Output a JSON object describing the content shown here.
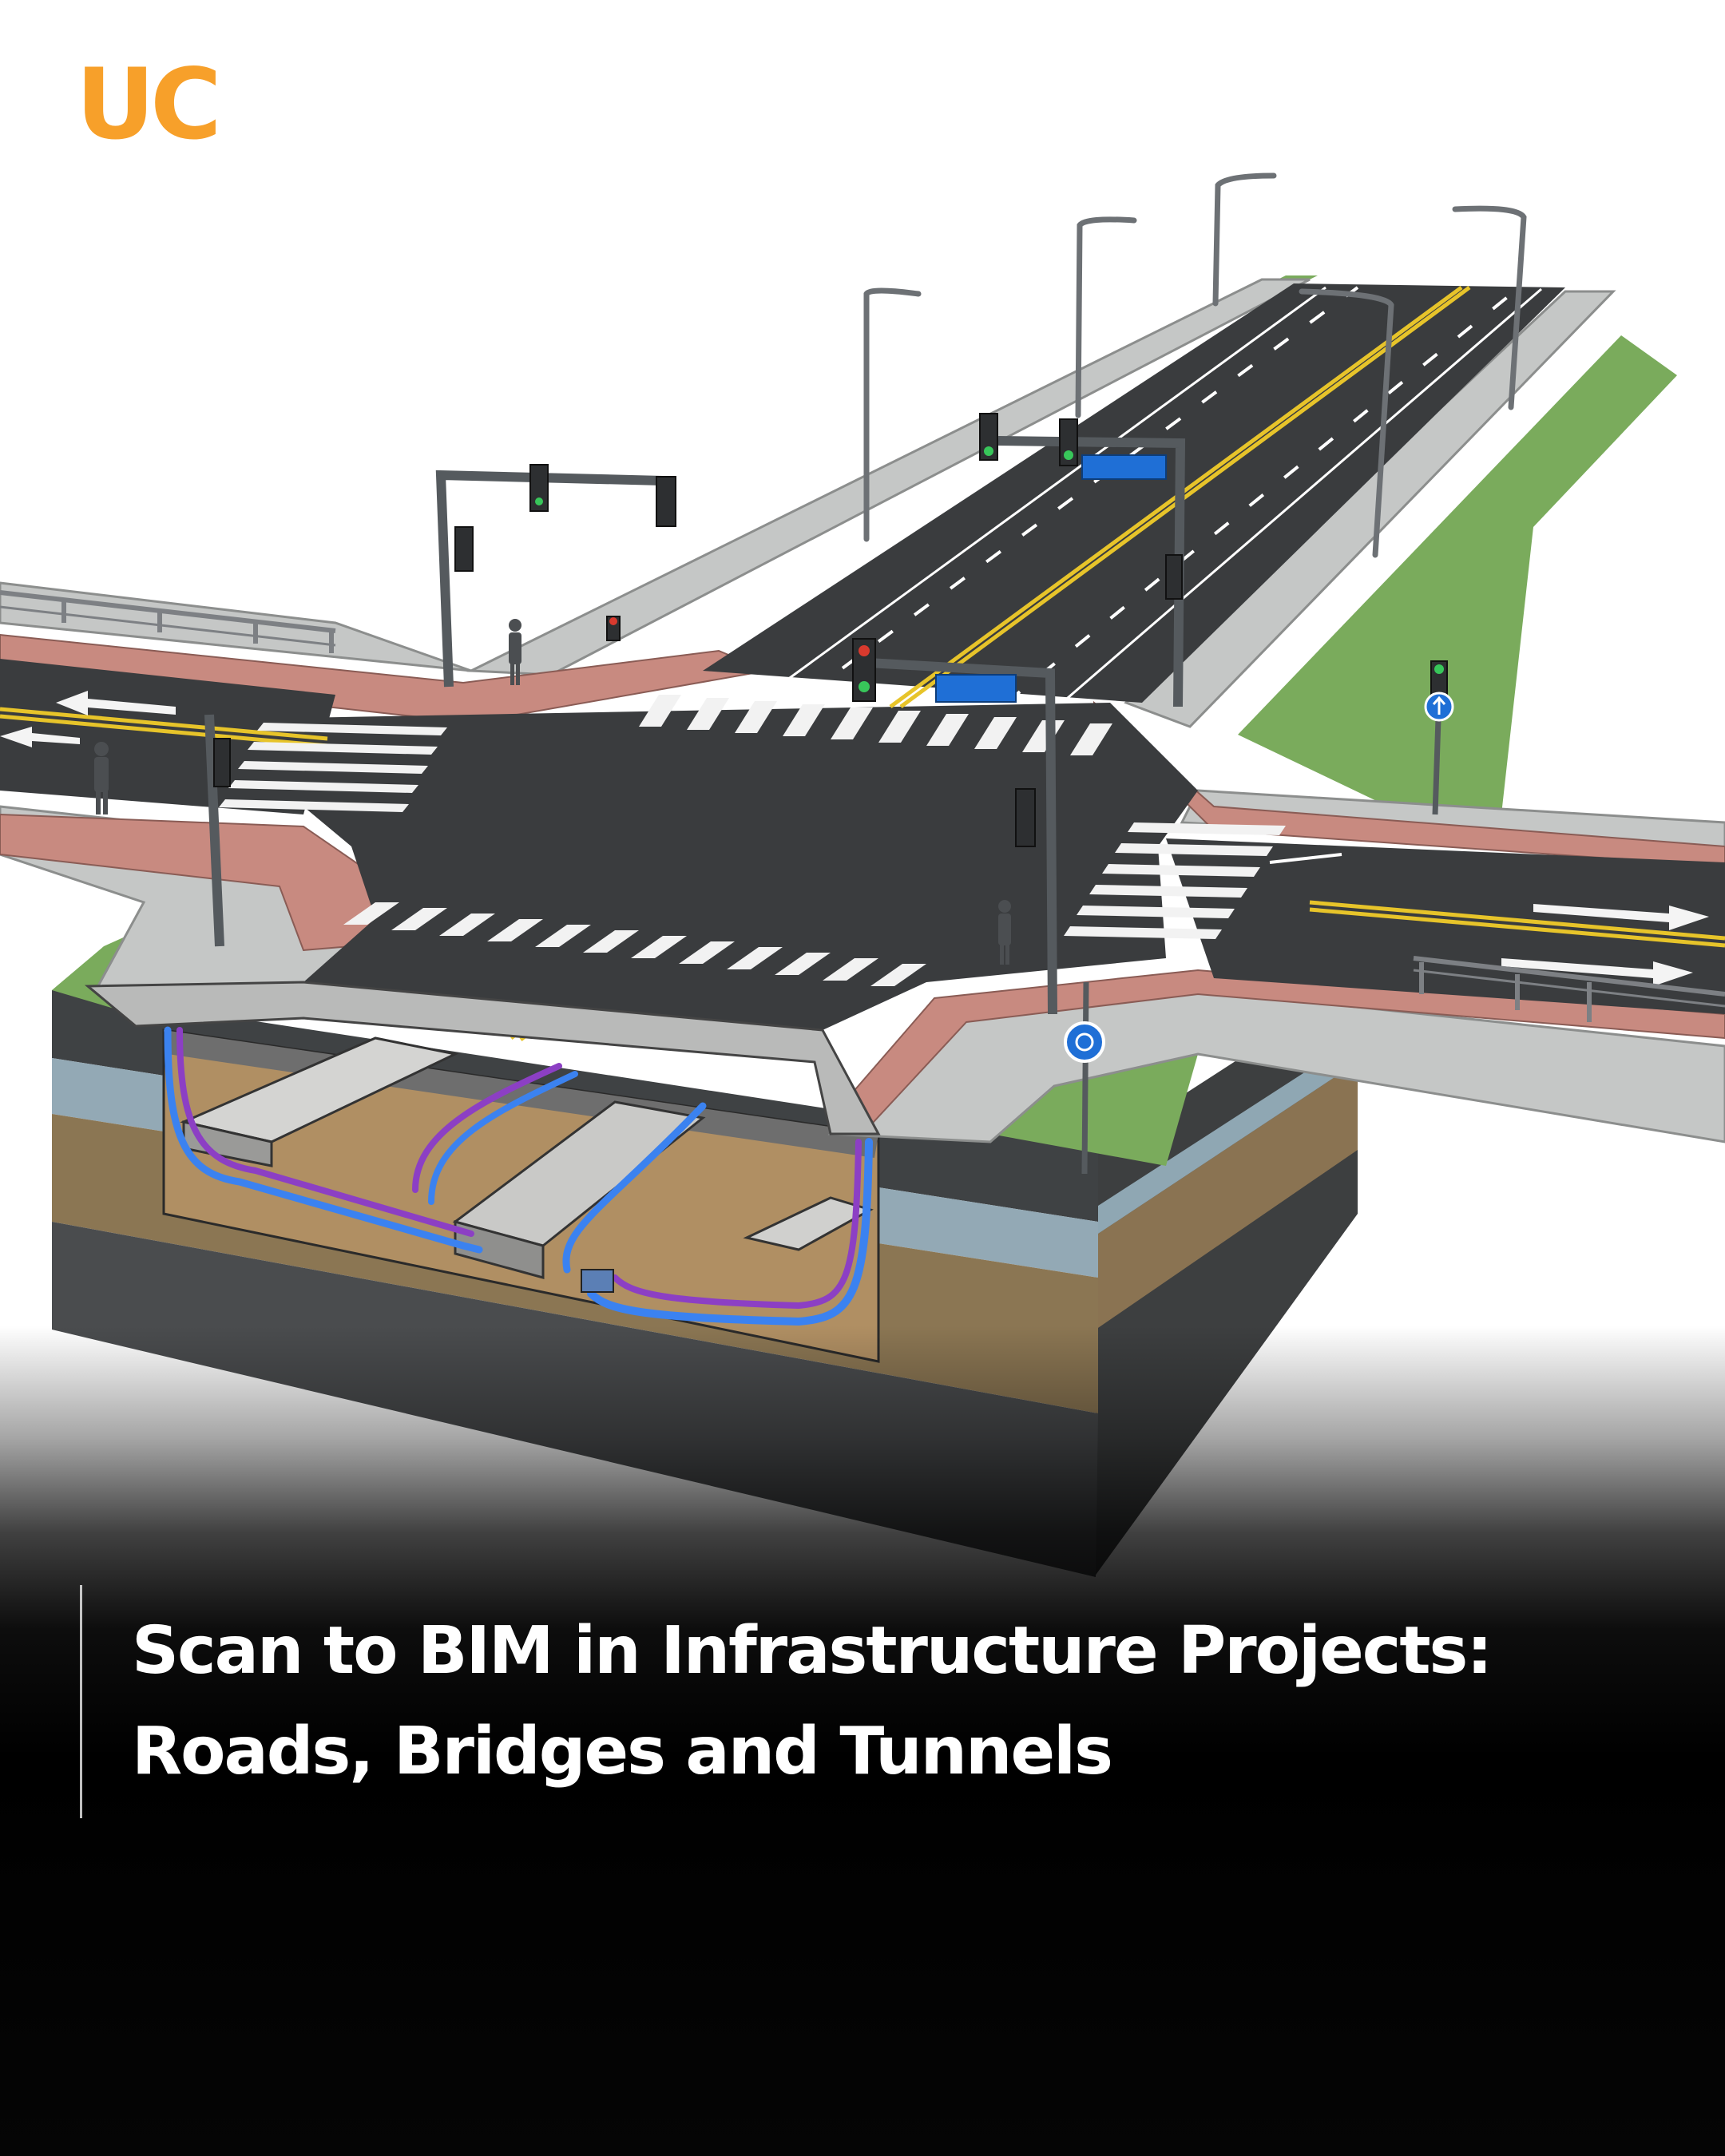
{
  "brand": {
    "logo_text": "UC",
    "accent_color": "#f7a02a"
  },
  "headline": {
    "line1": "Scan to BIM in Infrastructure Projects:",
    "line2": "Roads, Bridges and Tunnels"
  },
  "illustration": {
    "street_sign_text": "",
    "colors": {
      "asphalt": "#3a3c3e",
      "sidewalk": "#c5c7c6",
      "paving": "#c88a80",
      "grass": "#7aab5c",
      "soil": "#8b7653",
      "gravel": "#55585a",
      "water_pipe": "#3b82f0",
      "gas_pipe": "#8c3fc4",
      "lane_yellow": "#e7c42a",
      "sign_blue": "#1f6fd6"
    }
  }
}
